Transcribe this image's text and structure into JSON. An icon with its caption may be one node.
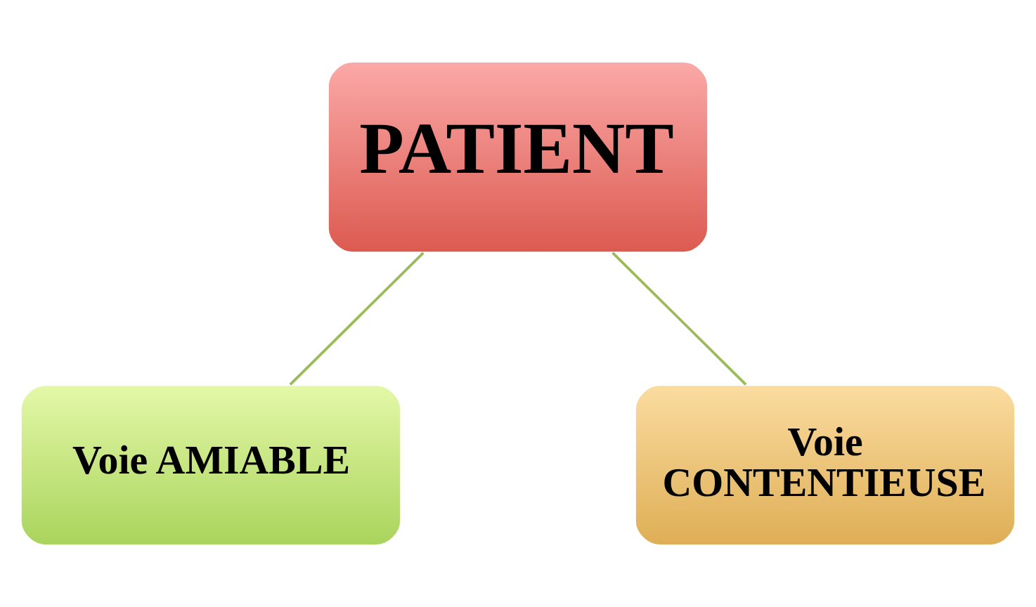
{
  "diagram": {
    "nodes": [
      {
        "text": [
          "PATIENT"
        ]
      },
      {
        "text": [
          "Voie AMIABLE"
        ]
      },
      {
        "text": [
          "Voie CONTENTIEUSE"
        ]
      }
    ],
    "edges": [
      {
        "from": 0,
        "to": 1,
        "arrow": "none"
      },
      {
        "from": 0,
        "to": 2,
        "arrow": "none"
      }
    ]
  }
}
